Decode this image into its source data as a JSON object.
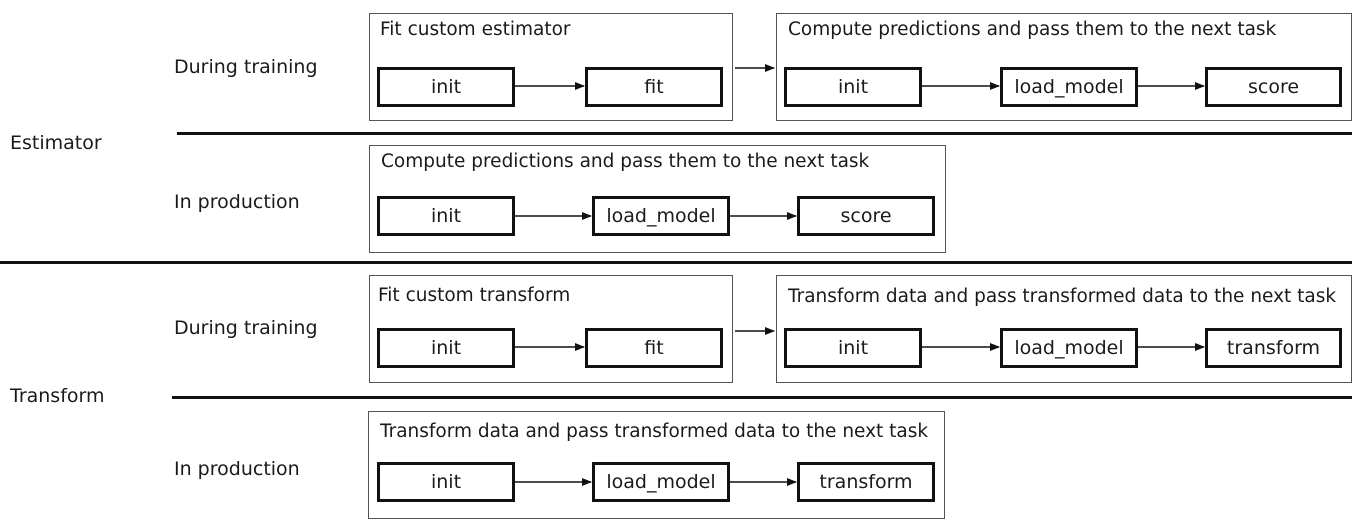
{
  "sections": [
    {
      "label": "Estimator",
      "rows": [
        {
          "label": "During training",
          "groups": [
            {
              "title": "Fit custom estimator",
              "steps": [
                "init",
                "fit"
              ]
            },
            {
              "title": "Compute predictions and pass them to the next task",
              "steps": [
                "init",
                "load_model",
                "score"
              ]
            }
          ]
        },
        {
          "label": "In production",
          "groups": [
            {
              "title": "Compute predictions and pass them to the next task",
              "steps": [
                "init",
                "load_model",
                "score"
              ]
            }
          ]
        }
      ]
    },
    {
      "label": "Transform",
      "rows": [
        {
          "label": "During training",
          "groups": [
            {
              "title": "Fit custom transform",
              "steps": [
                "init",
                "fit"
              ]
            },
            {
              "title": "Transform data and pass transformed data to the next task",
              "steps": [
                "init",
                "load_model",
                "transform"
              ]
            }
          ]
        },
        {
          "label": "In production",
          "groups": [
            {
              "title": "Transform data and pass transformed data to the next task",
              "steps": [
                "init",
                "load_model",
                "transform"
              ]
            }
          ]
        }
      ]
    }
  ]
}
